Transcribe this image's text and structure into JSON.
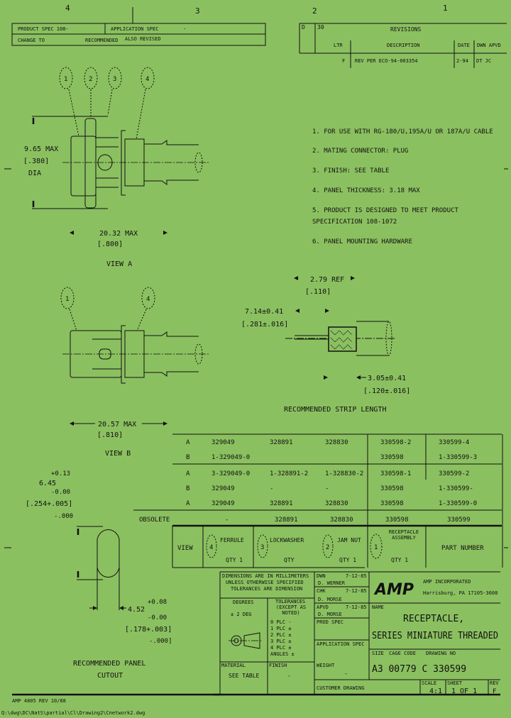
{
  "zones": [
    "4",
    "3",
    "2",
    "1"
  ],
  "top_left_block": {
    "row1_left": "PRODUCT SPEC 108-",
    "row1_right": "APPLICATION SPEC",
    "row1_value": "-",
    "row2_left": "CHANGE TO",
    "row2_right": "RECOMMENDED",
    "row2_value": "ALSO REVISED"
  },
  "revision_block": {
    "ltr": "D",
    "dist": "30",
    "title": "REVISIONS",
    "headers": [
      "LTR",
      "DESCRIPTION",
      "DATE",
      "DWN APVD"
    ],
    "row": {
      "ltr": "F",
      "description": "REV PER ECO-94-003354",
      "date": "2-94",
      "dwn": "DT  JC"
    }
  },
  "view_a": {
    "callouts": [
      "1",
      "2",
      "3",
      "4"
    ],
    "height_dim": [
      "9.65 MAX",
      "[.380]",
      "DIA"
    ],
    "length_dim": [
      "20.32 MAX",
      "[.800]"
    ],
    "label": "VIEW A"
  },
  "view_b": {
    "callouts": [
      "1",
      "4"
    ],
    "length_dim": [
      "20.57 MAX",
      "[.810]"
    ],
    "label": "VIEW B"
  },
  "notes": [
    "1.  FOR USE WITH RG-180/U,195A/U OR 187A/U CABLE",
    "2.  MATING CONNECTOR: PLUG",
    "3.  FINISH: SEE TABLE",
    "4.  PANEL THICKNESS: 3.18 MAX",
    "5.  PRODUCT IS DESIGNED TO MEET PRODUCT",
    "    SPECIFICATION 108-1072",
    "6.  PANEL MOUNTING HARDWARE"
  ],
  "strip_length": {
    "dim1": [
      "2.79 REF",
      "[.110]"
    ],
    "dim2": [
      "7.14±0.41",
      "[.281±.016]"
    ],
    "dim3": [
      "3.05±0.41",
      "[.120±.016]"
    ],
    "label": "RECOMMENDED STRIP LENGTH"
  },
  "panel_cutout": {
    "dim1": [
      "+0.13",
      "6.45",
      "-0.00",
      "[.254+.005]",
      "-.000"
    ],
    "dim2": [
      "+0.08",
      "4.52",
      "-0.00",
      "[.178+.003]",
      "-.000]"
    ],
    "label": [
      "RECOMMENDED PANEL",
      "CUTOUT"
    ]
  },
  "table": {
    "rows": [
      [
        "A",
        "329049",
        "328891",
        "328830",
        "330598-2",
        "330599-4"
      ],
      [
        "B",
        "1-329049-0",
        "",
        "",
        "330598",
        "1-330599-3"
      ],
      [
        "A",
        "3-329049-0",
        "1-328891-2",
        "1-328830-2",
        "330598-1",
        "330599-2"
      ],
      [
        "B",
        "329049",
        "-",
        "-",
        "330598",
        "1-330599-"
      ],
      [
        "A",
        "329049",
        "328891",
        "328830",
        "330598",
        "1-330599-0"
      ]
    ],
    "obsolete": {
      "label": "OBSOLETE",
      "values": [
        "-",
        "328891",
        "328830",
        "330598",
        "330599"
      ]
    },
    "header": {
      "view": "VIEW",
      "col1": {
        "num": "4",
        "name": "FERRULE",
        "qty": "QTY 1"
      },
      "col2": {
        "num": "3",
        "name": "LOCKWASHER",
        "qty": "QTY"
      },
      "col3": {
        "num": "2",
        "name": "JAM NUT",
        "qty": "QTY 1"
      },
      "col4": {
        "num": "1",
        "name": "RECEPTACLE ASSEMBLY",
        "qty": "QTY 1"
      },
      "part": "PART NUMBER"
    }
  },
  "title_block": {
    "tolerance_note": [
      "DIMENSIONS ARE IN MILLIMETERS",
      "UNLESS OTHERWISE SPECIFIED",
      "TOLERANCES ARE DIMENSION"
    ],
    "degrees_label": "DEGREES",
    "degrees_value": "± 2 DEG",
    "tolerances_label": "TOLERANCES",
    "tolerances_sub": "(EXCEPT AS NOTED)",
    "tol_rows": [
      "0 PLC  -",
      "1 PLC  ±",
      "2 PLC  ±",
      "3 PLC  ±",
      "4 PLC  ±",
      "ANGLES  ±"
    ],
    "material_label": "MATERIAL",
    "material_value": "SEE TABLE",
    "finish_label": "FINISH",
    "finish_value": "-",
    "dwn_label": "DWN",
    "dwn_name": "D. WERNER",
    "dwn_date": "7-12-85",
    "chk_label": "CHK",
    "chk_name": "D. MORSE",
    "chk_date": "7-12-85",
    "apvd_label": "APVD",
    "apvd_name": "D. MORSE",
    "apvd_date": "7-12-85",
    "prod_spec_label": "PROD SPEC",
    "app_spec_label": "APPLICATION SPEC",
    "weight_label": "WEIGHT",
    "weight_value": "-",
    "customer_drawing": "CUSTOMER DRAWING",
    "company": "AMP INCORPORATED",
    "address": "Harrisburg, PA 17105-3608",
    "name_label": "NAME",
    "title_line1": "RECEPTACLE,",
    "title_line2": "SERIES MINIATURE THREADED",
    "code_labels": [
      "SIZE",
      "CAGE CODE",
      "DRAWING NO"
    ],
    "dwg_no": "A3  00779  C  330599",
    "scale_label": "SCALE",
    "scale_value": "4:1",
    "sheet_label": "SHEET",
    "sheet_value": "1  OF  1",
    "rev_label": "REV",
    "rev_value": "F",
    "form_no": "AMP 4805 REV 10/88",
    "file_path": "Q:\\dwg\\DC\\NatS\\partial\\Cl\\Drawing2\\Cnetwork2.dwg"
  },
  "colors": {
    "background": "#8bc060",
    "ink": "#111111"
  }
}
